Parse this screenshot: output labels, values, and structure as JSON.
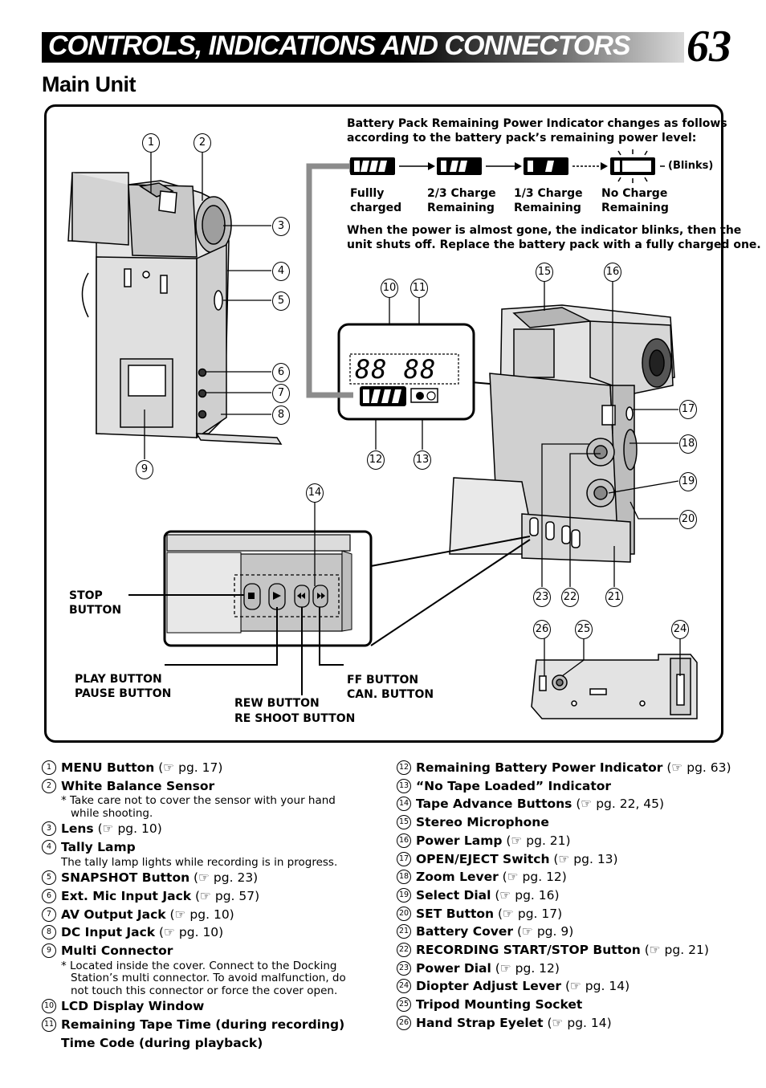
{
  "header": {
    "title": "CONTROLS, INDICATIONS AND CONNECTORS",
    "page_number": "63",
    "section": "Main Unit"
  },
  "battery_box": {
    "intro_1": "Battery Pack Remaining Power Indicator changes as follows",
    "intro_2": "according to the battery pack’s remaining power level:",
    "blinks": "(Blinks)",
    "states": [
      {
        "line1": "Fullly",
        "line2": "charged"
      },
      {
        "line1": "2/3 Charge",
        "line2": "Remaining"
      },
      {
        "line1": "1/3 Charge",
        "line2": "Remaining"
      },
      {
        "line1": "No Charge",
        "line2": "Remaining"
      }
    ],
    "note_1": "When the power is almost gone, the indicator blinks, then the",
    "note_2": "unit shuts off. Replace the battery pack with a fully charged one."
  },
  "lcd": {
    "digits": "88 88"
  },
  "buttons_panel": {
    "stop_1": "STOP",
    "stop_2": "BUTTON",
    "play_1": "PLAY BUTTON",
    "play_2": "PAUSE BUTTON",
    "rew_1": "REW BUTTON",
    "rew_2": "RE SHOOT BUTTON",
    "ff_1": "FF BUTTON",
    "ff_2": "CAN. BUTTON"
  },
  "callouts": [
    "1",
    "2",
    "3",
    "4",
    "5",
    "6",
    "7",
    "8",
    "9",
    "10",
    "11",
    "12",
    "13",
    "14",
    "15",
    "16",
    "17",
    "18",
    "19",
    "20",
    "21",
    "22",
    "23",
    "24",
    "25",
    "26"
  ],
  "legend_left": [
    {
      "num": "1",
      "name": "MENU Button",
      "ref": " (☞ pg. 17)"
    },
    {
      "num": "2",
      "name": "White Balance Sensor",
      "ref": ""
    },
    {
      "note": "* Take care not to cover the sensor with your hand"
    },
    {
      "note2": "while shooting."
    },
    {
      "num": "3",
      "name": "Lens",
      "ref": " (☞ pg. 10)"
    },
    {
      "num": "4",
      "name": "Tally Lamp",
      "ref": ""
    },
    {
      "note": "The tally lamp lights while recording is in progress."
    },
    {
      "num": "5",
      "name": "SNAPSHOT Button",
      "ref": " (☞ pg. 23)"
    },
    {
      "num": "6",
      "name": "Ext. Mic Input Jack",
      "ref": " (☞ pg. 57)"
    },
    {
      "num": "7",
      "name": "AV Output Jack",
      "ref": " (☞ pg. 10)"
    },
    {
      "num": "8",
      "name": "DC Input Jack",
      "ref": " (☞ pg. 10)"
    },
    {
      "num": "9",
      "name": "Multi Connector",
      "ref": ""
    },
    {
      "note": "* Located inside the cover. Connect to the Docking"
    },
    {
      "note2": "Station’s multi connector. To avoid malfunction, do"
    },
    {
      "note2": "not touch this connector or force the cover open."
    },
    {
      "num": "10",
      "name": "LCD Display Window",
      "ref": ""
    },
    {
      "num": "11",
      "name": "Remaining Tape Time (during recording)",
      "ref": ""
    },
    {
      "cont": "Time Code (during playback)"
    }
  ],
  "legend_right": [
    {
      "num": "12",
      "name": "Remaining Battery Power Indicator",
      "ref": " (☞ pg. 63)"
    },
    {
      "num": "13",
      "name": "“No Tape Loaded” Indicator",
      "ref": ""
    },
    {
      "num": "14",
      "name": "Tape Advance Buttons",
      "ref": " (☞ pg. 22, 45)"
    },
    {
      "num": "15",
      "name": "Stereo Microphone",
      "ref": ""
    },
    {
      "num": "16",
      "name": "Power Lamp",
      "ref": " (☞ pg. 21)"
    },
    {
      "num": "17",
      "name": "OPEN/EJECT Switch",
      "ref": " (☞ pg. 13)"
    },
    {
      "num": "18",
      "name": "Zoom Lever",
      "ref": " (☞ pg. 12)"
    },
    {
      "num": "19",
      "name": "Select Dial",
      "ref": " (☞ pg. 16)"
    },
    {
      "num": "20",
      "name": "SET Button",
      "ref": " (☞ pg. 17)"
    },
    {
      "num": "21",
      "name": "Battery Cover",
      "ref": " (☞ pg. 9)"
    },
    {
      "num": "22",
      "name": "RECORDING START/STOP Button",
      "ref": " (☞ pg. 21)"
    },
    {
      "num": "23",
      "name": "Power Dial",
      "ref": " (☞ pg. 12)"
    },
    {
      "num": "24",
      "name": "Diopter Adjust Lever",
      "ref": " (☞ pg. 14)"
    },
    {
      "num": "25",
      "name": "Tripod Mounting Socket",
      "ref": ""
    },
    {
      "num": "26",
      "name": "Hand Strap Eyelet",
      "ref": " (☞ pg. 14)"
    }
  ]
}
